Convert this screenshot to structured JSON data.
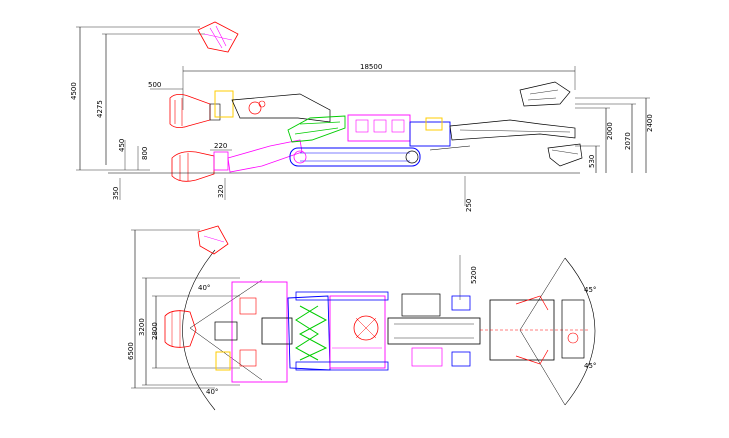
{
  "side_view": {
    "dims": {
      "total_height": "4500",
      "cut_height": "4275",
      "length": "18500",
      "arm_offset": "500",
      "lower_450": "450",
      "lower_800": "800",
      "lower_220": "220",
      "ground_350": "350",
      "ground_320": "320",
      "rear_250": "250",
      "right_2400": "2400",
      "right_2070": "2070",
      "right_2000": "2000",
      "right_530": "530"
    }
  },
  "top_view": {
    "dims": {
      "width_6500": "6500",
      "width_3200": "3200",
      "width_2800": "2800",
      "angle_40_top": "40°",
      "angle_40_bottom": "40°",
      "angle_45_top": "45°",
      "angle_45_bottom": "45°",
      "vertical_5200": "5200"
    }
  },
  "colors": {
    "magenta": "#ff00ff",
    "red": "#ff0000",
    "green": "#00cc00",
    "blue": "#0000ff",
    "yellow": "#ffff00",
    "black": "#000000"
  }
}
